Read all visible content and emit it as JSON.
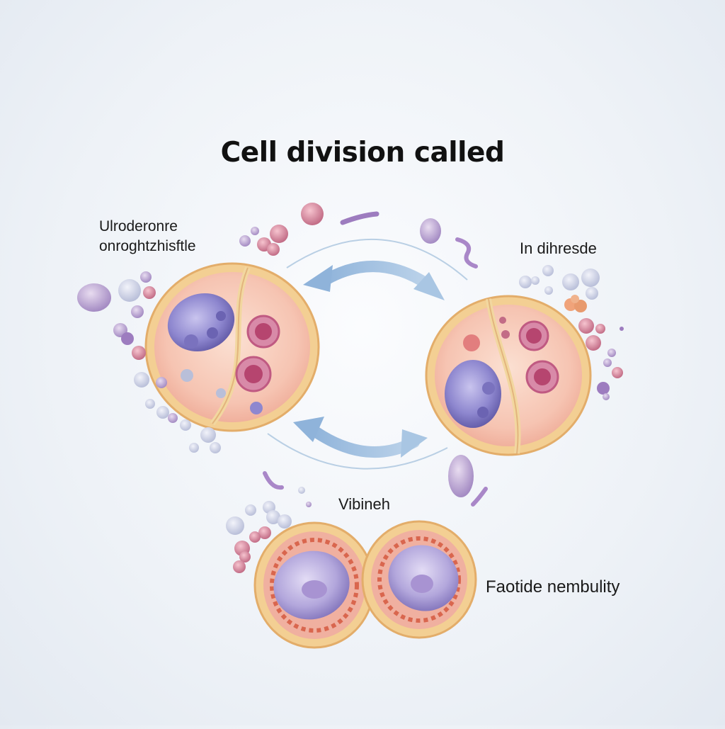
{
  "title": "Cell division called",
  "labels": {
    "top_left": [
      "Ulroderonre",
      "onroghtzhisftle"
    ],
    "right": "In dihresde",
    "center": "Vibineh",
    "bottom_right": "Faotide nembulity"
  },
  "colors": {
    "cell_wall": "#f2c98a",
    "cytoplasm": "#f7c7b0",
    "nucleus": "#8c86c8",
    "organelle": "#c9527d",
    "arrow": "#a9c6e3",
    "vesicle": "#b7a2cf"
  }
}
